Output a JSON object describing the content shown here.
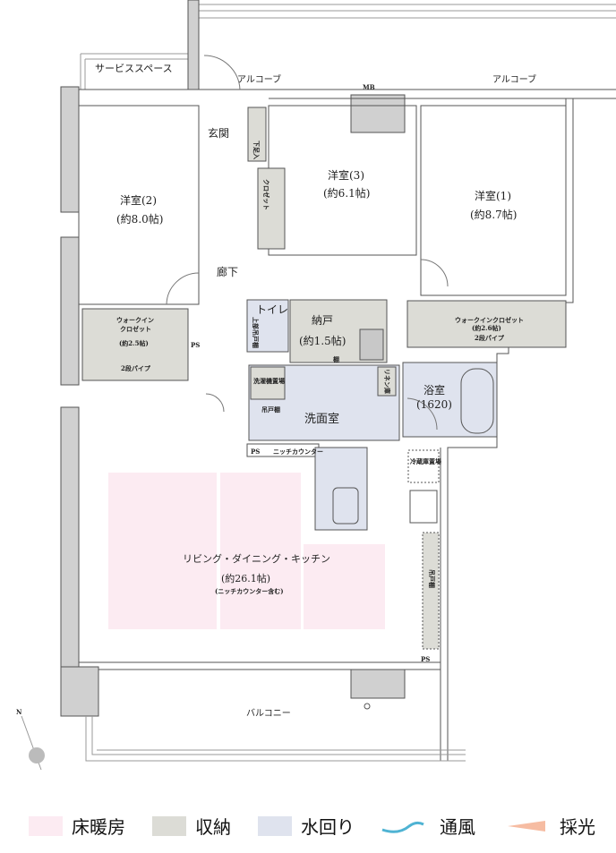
{
  "rooms": {
    "service_space": "サービススペース",
    "alcove_left": "アルコーブ",
    "alcove_right": "アルコーブ",
    "mb": "MB",
    "entrance": "玄関",
    "shoe_cabinet": "下足入",
    "western3_name": "洋室(3)",
    "western3_size": "(約6.1帖)",
    "closet": "クロゼット",
    "western2_name": "洋室(2)",
    "western2_size": "(約8.0帖)",
    "western1_name": "洋室(1)",
    "western1_size": "(約8.7帖)",
    "corridor": "廊下",
    "wic_left_name": "ウォークイン",
    "wic_left_name2": "クロゼット",
    "wic_left_size": "(約2.5帖)",
    "wic_left_pipe": "2段パイプ",
    "ps": "PS",
    "toilet": "トイレ",
    "upper_cabinet": "上部吊戸棚",
    "storage_name": "納戸",
    "storage_size": "(約1.5帖)",
    "shelf": "棚",
    "wic_right_name": "ウォークインクロゼット",
    "wic_right_size": "(約2.6帖)",
    "wic_right_pipe": "2段パイプ",
    "washer": "洗濯機置場",
    "hanging_cabinet": "吊戸棚",
    "linen": "リネン庫",
    "washroom": "洗面室",
    "bath_name": "浴室",
    "bath_size": "(1620)",
    "niche_counter": "ニッチカウンター",
    "fridge": "冷蔵庫置場",
    "ldk_name": "リビング・ダイニング・キッチン",
    "ldk_size": "(約26.1帖)",
    "ldk_note": "(ニッチカウンター含む)",
    "kitchen_cabinet": "吊戸棚",
    "balcony": "バルコニー",
    "north": "N"
  },
  "colors": {
    "floor_heating": "#fcebf2",
    "storage": "#dcdcd6",
    "water": "#dfe3ee",
    "wall": "#d0d0d0",
    "wind": "#4fb3d3",
    "light": "#f2a07a"
  },
  "legend": [
    {
      "label": "床暖房",
      "icon": "pink-swatch"
    },
    {
      "label": "収納",
      "icon": "gray-swatch"
    },
    {
      "label": "水回り",
      "icon": "blue-swatch"
    },
    {
      "label": "通風",
      "icon": "wind-stroke"
    },
    {
      "label": "採光",
      "icon": "light-stroke"
    }
  ]
}
